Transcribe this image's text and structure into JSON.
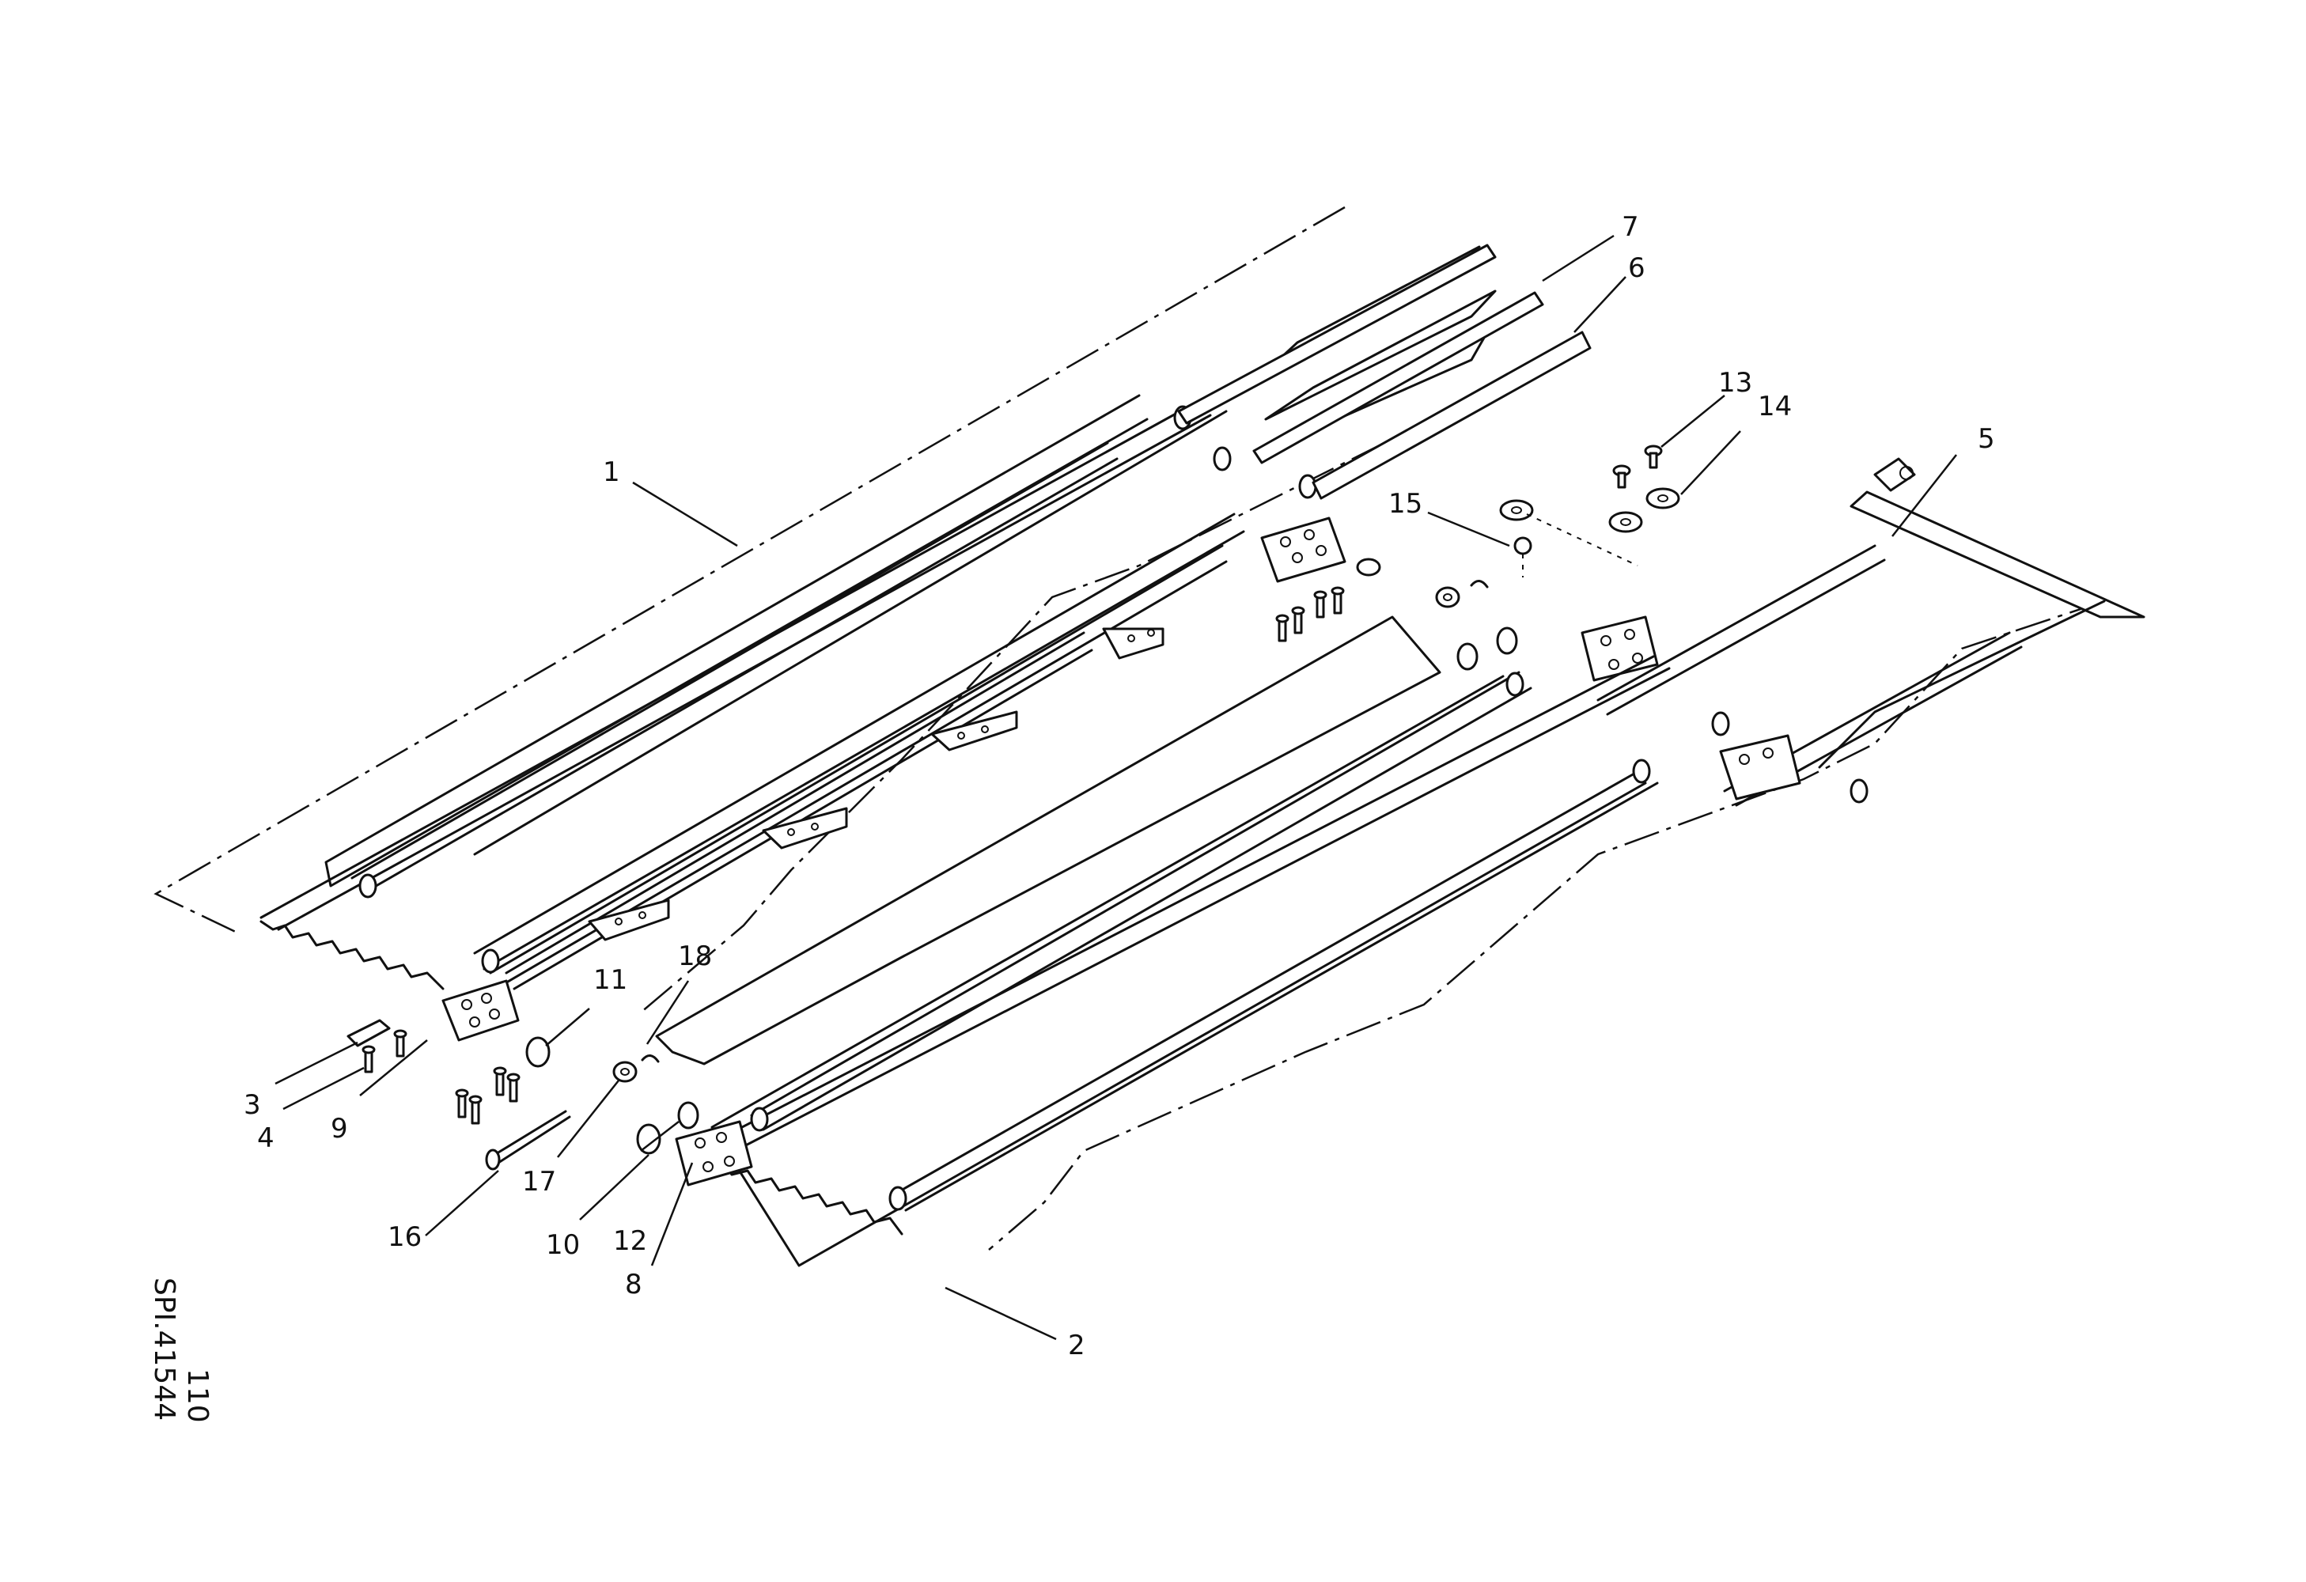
{
  "callouts": {
    "c1": "1",
    "c2": "2",
    "c3": "3",
    "c4": "4",
    "c5": "5",
    "c6": "6",
    "c7": "7",
    "c8": "8",
    "c9": "9",
    "c10": "10",
    "c11": "11",
    "c12": "12",
    "c13": "13",
    "c14": "14",
    "c15": "15",
    "c16": "16",
    "c17": "17",
    "c18": "18"
  },
  "drawing_code": {
    "ref": "SPI.41544",
    "page": "110"
  }
}
